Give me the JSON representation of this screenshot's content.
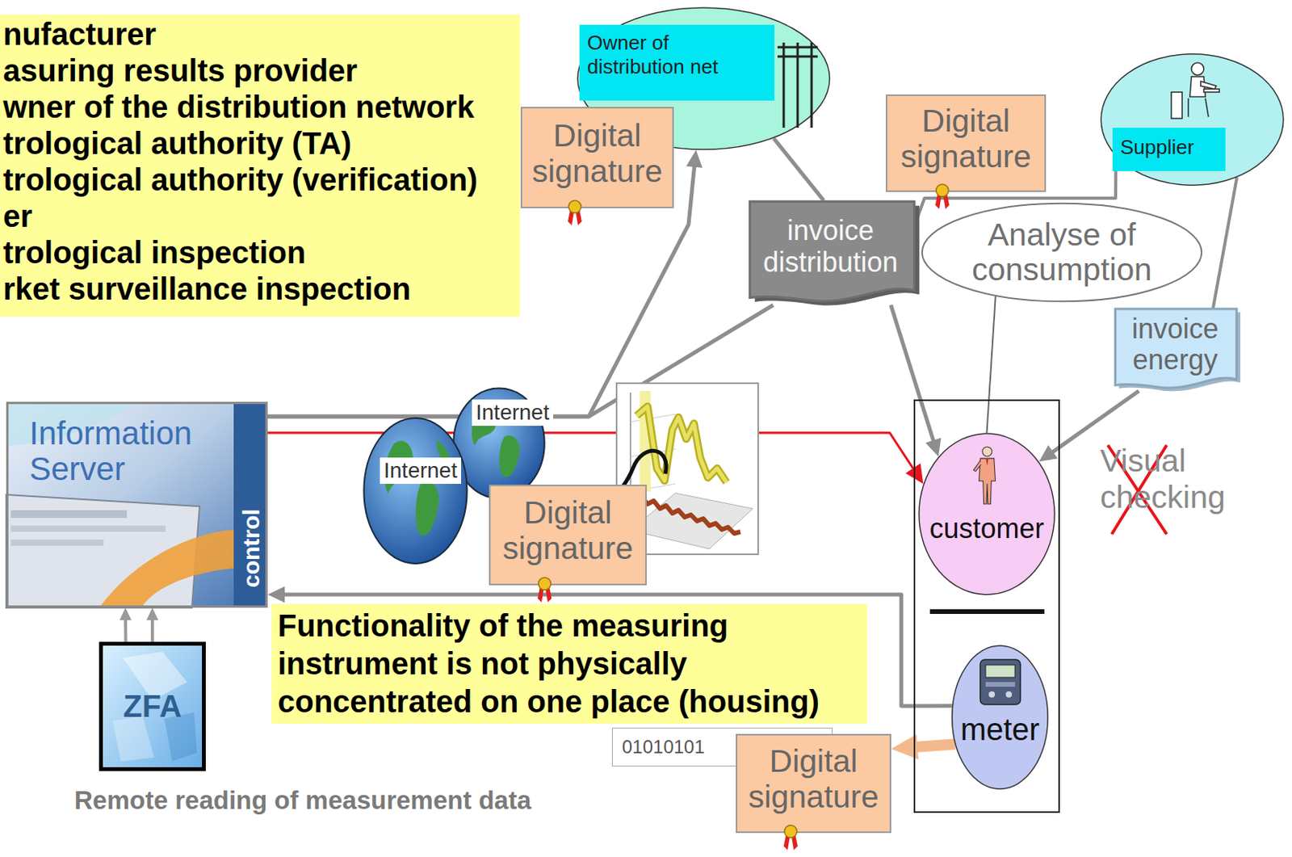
{
  "diagram": {
    "nodes": [
      {
        "text": [
          "nufacturer",
          "asuring results provider",
          "wner of the distribution network",
          "trological authority (TA)",
          "trological authority (verification)",
          "er",
          "trological inspection",
          "rket surveillance inspection"
        ]
      },
      {
        "text": [
          "Owner of distribution net"
        ]
      },
      {
        "text": [
          "Digital signature"
        ]
      },
      {
        "text": [
          "Digital signature"
        ]
      },
      {
        "text": [
          "Supplier"
        ]
      },
      {
        "text": [
          "Analyse of consumption"
        ]
      },
      {
        "text": [
          "invoice distribution"
        ]
      },
      {
        "text": [
          "invoice energy"
        ]
      },
      {
        "text": [
          "Information Server",
          "control"
        ]
      },
      {
        "text": [
          "Internet"
        ]
      },
      {
        "text": [
          "Internet"
        ]
      },
      {
        "text": [
          "Digital signature"
        ]
      },
      {
        "text": [
          "customer"
        ]
      },
      {
        "text": [
          "meter"
        ]
      },
      {
        "text": [
          "Functionality of the measuring instrument is not physically concentrated on one place (housing)"
        ]
      },
      {
        "text": [
          "ZFA"
        ]
      },
      {
        "text": [
          "01010101"
        ]
      },
      {
        "text": [
          "Digital signature"
        ]
      }
    ],
    "edges": [
      {
        "from": 8,
        "to": 1,
        "arrow": "to"
      },
      {
        "from": 8,
        "to": 6,
        "arrow": "none"
      },
      {
        "from": 1,
        "to": 6,
        "arrow": "none"
      },
      {
        "from": 4,
        "to": 6,
        "arrow": "none"
      },
      {
        "from": 4,
        "to": 7,
        "arrow": "none"
      },
      {
        "from": 6,
        "to": 12,
        "arrow": "to"
      },
      {
        "from": 7,
        "to": 12,
        "arrow": "to"
      },
      {
        "from": 8,
        "to": 12,
        "arrow": "to"
      },
      {
        "from": 13,
        "to": 8,
        "arrow": "to"
      },
      {
        "from": 13,
        "to": 17,
        "arrow": "to"
      },
      {
        "from": 15,
        "to": 8,
        "arrow": "to"
      },
      {
        "from": 15,
        "to": 8,
        "arrow": "to"
      },
      {
        "from": 5,
        "to": 12,
        "arrow": "none"
      }
    ],
    "labels": [
      "Visual checking",
      "Remote reading of measurement data"
    ]
  }
}
